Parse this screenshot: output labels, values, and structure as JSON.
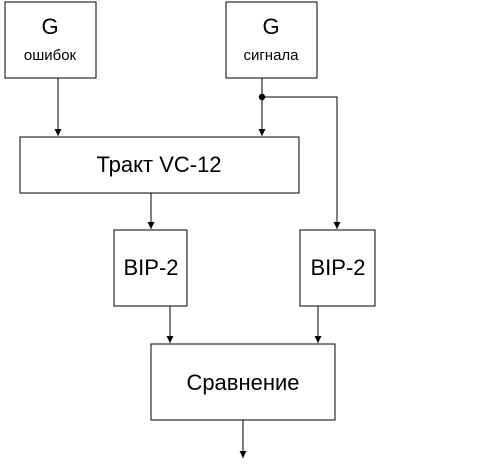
{
  "blocks": {
    "gen_errors": {
      "line1": "G",
      "line2": "ошибок"
    },
    "gen_signal": {
      "line1": "G",
      "line2": "сигнала"
    },
    "trakt": {
      "label": "Тракт VC-12"
    },
    "bip_left": {
      "label": "BIP-2"
    },
    "bip_right": {
      "label": "BIP-2"
    },
    "compare": {
      "label": "Сравнение"
    }
  }
}
